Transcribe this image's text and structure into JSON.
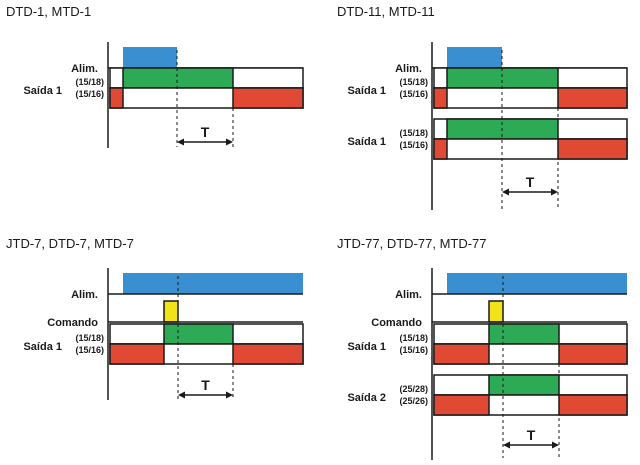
{
  "colors": {
    "supply": "#3a8fd0",
    "command": "#f2e21a",
    "contact_on": "#2daa55",
    "contact_off": "#e04a34",
    "line": "#1a1a1a",
    "background": "#ffffff"
  },
  "diagrams": [
    {
      "title": "DTD-1, MTD-1",
      "supply_label": "Alim.",
      "command_label": "",
      "time_label": "T",
      "outputs": [
        {
          "label": "Saída 1",
          "terminal_no": "(15/18)",
          "terminal_nc": "(15/16)"
        }
      ]
    },
    {
      "title": "DTD-11, MTD-11",
      "supply_label": "Alim.",
      "command_label": "",
      "time_label": "T",
      "outputs": [
        {
          "label": "Saída 1",
          "terminal_no": "(15/18)",
          "terminal_nc": "(15/16)"
        },
        {
          "label": "Saída 1",
          "terminal_no": "(15/18)",
          "terminal_nc": "(15/16)"
        }
      ]
    },
    {
      "title": "JTD-7, DTD-7, MTD-7",
      "supply_label": "Alim.",
      "command_label": "Comando",
      "time_label": "T",
      "outputs": [
        {
          "label": "Saída 1",
          "terminal_no": "(15/18)",
          "terminal_nc": "(15/16)"
        }
      ]
    },
    {
      "title": "JTD-77, DTD-77, MTD-77",
      "supply_label": "Alim.",
      "command_label": "Comando",
      "time_label": "T",
      "outputs": [
        {
          "label": "Saída 1",
          "terminal_no": "(15/18)",
          "terminal_nc": "(15/16)"
        },
        {
          "label": "Saída 2",
          "terminal_no": "(25/28)",
          "terminal_nc": "(25/26)"
        }
      ]
    }
  ]
}
